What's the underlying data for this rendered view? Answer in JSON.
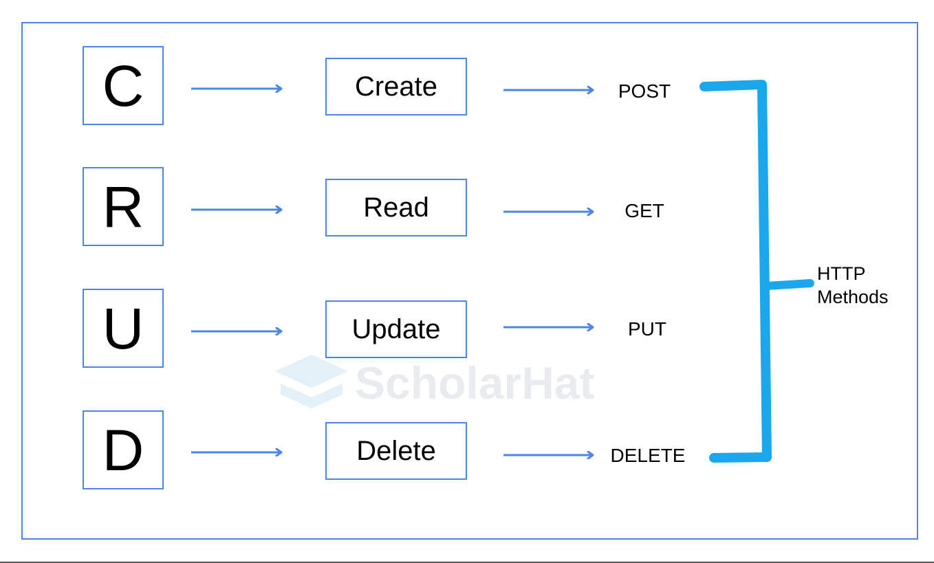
{
  "rows": [
    {
      "letter": "C",
      "operation": "Create",
      "method": "POST"
    },
    {
      "letter": "R",
      "operation": "Read",
      "method": "GET"
    },
    {
      "letter": "U",
      "operation": "Update",
      "method": "PUT"
    },
    {
      "letter": "D",
      "operation": "Delete",
      "method": "DELETE"
    }
  ],
  "bracket_label": {
    "line1": "HTTP",
    "line2": "Methods"
  },
  "watermark": {
    "text": "ScholarHat",
    "icon": "graduation-cap-icon"
  },
  "colors": {
    "box_border": "#4a86e8",
    "arrow": "#4a86e8",
    "bracket": "#1aa7ec",
    "watermark": "#e9ecef"
  }
}
